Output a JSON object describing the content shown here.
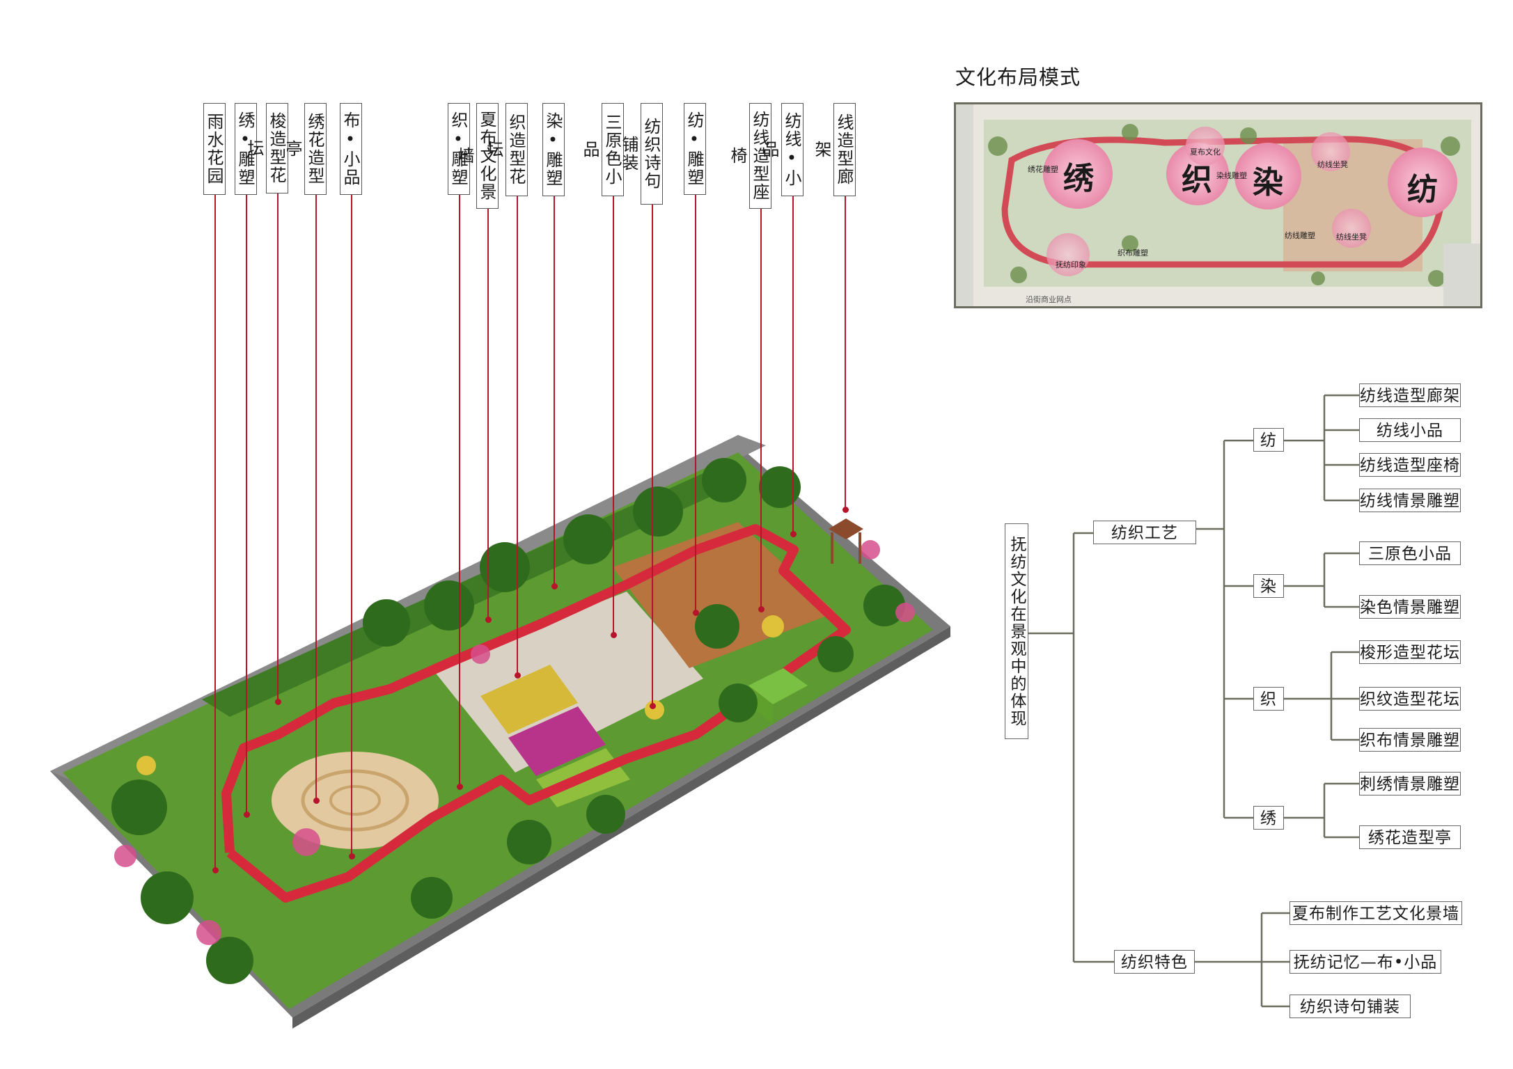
{
  "callout_labels": [
    "雨水花园",
    "绣•雕塑",
    "梭造型花坛",
    "绣花造型亭",
    "布•小品",
    "织•雕塑",
    "夏布文化景墙",
    "织造型花坛",
    "染•雕塑",
    "三原色小品",
    "纺织诗句铺装",
    "纺•雕塑",
    "纺线造型座椅",
    "纺线•小品",
    "线造型廊架"
  ],
  "inset": {
    "title": "文化布局模式",
    "zones": [
      "绣",
      "织",
      "染",
      "纺"
    ],
    "tags": [
      "夏布文化",
      "绣花雕塑",
      "染线雕塑",
      "纺线坐凳",
      "纺线雕塑",
      "纺线坐凳",
      "抚纺印象",
      "织布雕塑"
    ],
    "street_caption": "沿街商业网点"
  },
  "tree": {
    "root": "抚纺文化在景观中的体现",
    "branches": [
      {
        "label": "纺织工艺",
        "children": [
          {
            "label": "纺",
            "items": [
              "纺线造型廊架",
              "纺线小品",
              "纺线造型座椅",
              "纺线情景雕塑"
            ]
          },
          {
            "label": "染",
            "items": [
              "三原色小品",
              "染色情景雕塑"
            ]
          },
          {
            "label": "织",
            "items": [
              "梭形造型花坛",
              "织纹造型花坛",
              "织布情景雕塑"
            ]
          },
          {
            "label": "绣",
            "items": [
              "刺绣情景雕塑",
              "绣花造型亭"
            ]
          }
        ]
      },
      {
        "label": "纺织特色",
        "items": [
          "夏布制作工艺文化景墙",
          "抚纺记忆—布•小品",
          "纺织诗句铺装"
        ]
      }
    ]
  },
  "colors": {
    "leader": "#b5142a",
    "path": "#d62a3c",
    "grass": "#6fae3a",
    "deck": "#b8743e",
    "tree_line": "#6b6b5e"
  }
}
